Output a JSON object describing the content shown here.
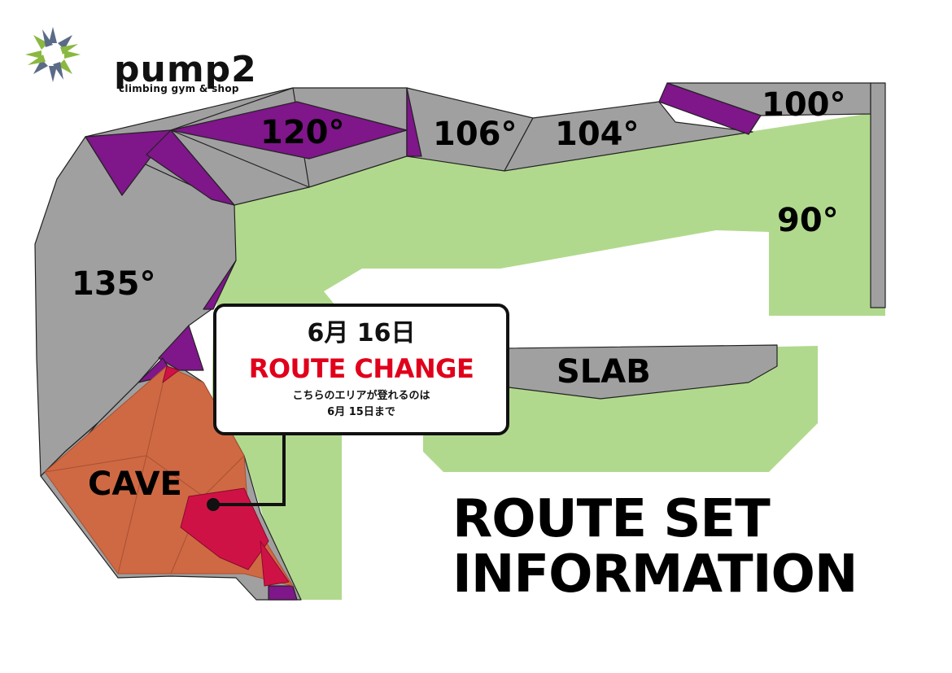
{
  "brand": {
    "name": "pump2",
    "tagline": "climbing gym & shop"
  },
  "walls": {
    "w120": "120°",
    "w106": "106°",
    "w104": "104°",
    "w100": "100°",
    "w90": "90°",
    "w135": "135°",
    "slab": "SLAB",
    "cave": "CAVE"
  },
  "notice": {
    "date": "6月 16日",
    "title": "ROUTE CHANGE",
    "line1": "こちらのエリアが登れるのは",
    "line2": "6月 15日まで"
  },
  "heading": {
    "line1": "ROUTE SET",
    "line2": "INFORMATION"
  },
  "colors": {
    "floor": "#b1d98d",
    "wall": "#a0a0a0",
    "accent_purple": "#7f168a",
    "cave_orange": "#cf6944",
    "change_red": "#cf1245",
    "notice_red": "#e0001b"
  }
}
